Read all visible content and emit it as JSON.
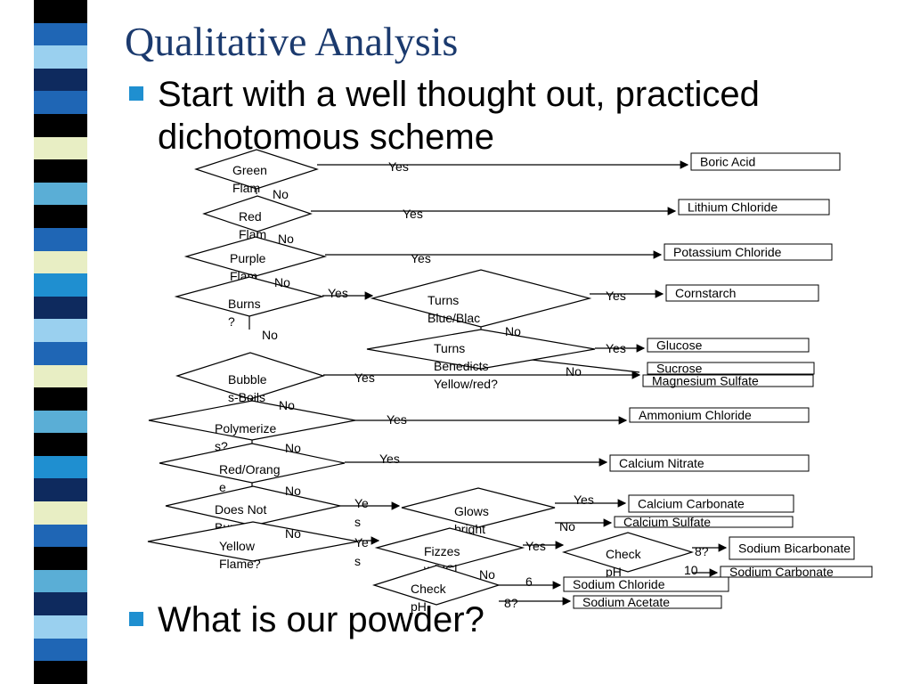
{
  "slide": {
    "title": "Qualitative Analysis",
    "bullets": [
      {
        "line1": "Start with a well thought out, practiced",
        "line2": "dichotomous scheme"
      },
      {
        "line1": "What is our powder?"
      }
    ],
    "bullet_color": "#1f8fd0",
    "title_color": "#1b3a6e"
  },
  "stripe_colors": [
    "#000000",
    "#1f66b5",
    "#9ad0ef",
    "#0e2a5e",
    "#1f66b5",
    "#000000",
    "#e8eec4",
    "#000000",
    "#5aaed6",
    "#000000",
    "#1f66b5",
    "#e8eec4",
    "#1f8fd0",
    "#0e2a5e",
    "#9ad0ef",
    "#1f66b5",
    "#e8eec4",
    "#000000",
    "#5aaed6",
    "#000000",
    "#1f8fd0",
    "#0e2a5e",
    "#e8eec4",
    "#1f66b5",
    "#000000",
    "#5aaed6",
    "#0e2a5e",
    "#9ad0ef",
    "#1f66b5",
    "#000000"
  ],
  "flowchart": {
    "tests": [
      {
        "id": "green",
        "lines": [
          "Green",
          "Flam"
        ]
      },
      {
        "id": "red",
        "lines": [
          "Red",
          "Flam"
        ]
      },
      {
        "id": "purple",
        "lines": [
          "Purple",
          "Flam"
        ]
      },
      {
        "id": "burns",
        "lines": [
          "Burns",
          "?"
        ]
      },
      {
        "id": "blue",
        "lines": [
          "Turns",
          "Blue/Blac"
        ]
      },
      {
        "id": "bened",
        "lines": [
          "Turns",
          "Benedicts",
          "Yellow/red?"
        ]
      },
      {
        "id": "bubbles",
        "lines": [
          "Bubble",
          "s-Boils"
        ]
      },
      {
        "id": "poly",
        "lines": [
          "Polymerize",
          "s?"
        ]
      },
      {
        "id": "redorange",
        "lines": [
          "Red/Orang",
          "e"
        ]
      },
      {
        "id": "notburn",
        "lines": [
          "Does Not",
          "Burn"
        ]
      },
      {
        "id": "glows",
        "lines": [
          "Glows",
          "bright"
        ]
      },
      {
        "id": "yellow",
        "lines": [
          "Yellow",
          "Flame?"
        ]
      },
      {
        "id": "fizzes",
        "lines": [
          "Fizzes",
          "w/HCl"
        ]
      },
      {
        "id": "checkph1",
        "lines": [
          "Check",
          "pH"
        ]
      },
      {
        "id": "checkph2",
        "lines": [
          "Check",
          "pH"
        ]
      }
    ],
    "results": [
      {
        "id": "boric",
        "label": "Boric Acid"
      },
      {
        "id": "licl",
        "label": "Lithium Chloride"
      },
      {
        "id": "kcl",
        "label": "Potassium Chloride"
      },
      {
        "id": "starch",
        "label": "Cornstarch"
      },
      {
        "id": "glucose",
        "label": "Glucose"
      },
      {
        "id": "sucrose",
        "label": "Sucrose"
      },
      {
        "id": "mgso4",
        "label": "Magnesium Sulfate"
      },
      {
        "id": "nh4cl",
        "label": "Ammonium Chloride"
      },
      {
        "id": "cano3",
        "label": "Calcium Nitrate"
      },
      {
        "id": "caco3",
        "label": "Calcium Carbonate"
      },
      {
        "id": "caso4",
        "label": "Calcium Sulfate"
      },
      {
        "id": "nahco3",
        "label": "Sodium Bicarbonate"
      },
      {
        "id": "na2co3",
        "label": "Sodium Carbonate"
      },
      {
        "id": "nacl",
        "label": "Sodium Chloride"
      },
      {
        "id": "naac",
        "label": "Sodium Acetate"
      }
    ],
    "edge_labels": {
      "yes": "Yes",
      "no": "No",
      "ye1": "Ye",
      "s1": "s",
      "ye2": "Ye",
      "s2": "s",
      "ph8": "8?",
      "ph10": "10",
      "ph6": "6",
      "ph82": "8?"
    }
  }
}
